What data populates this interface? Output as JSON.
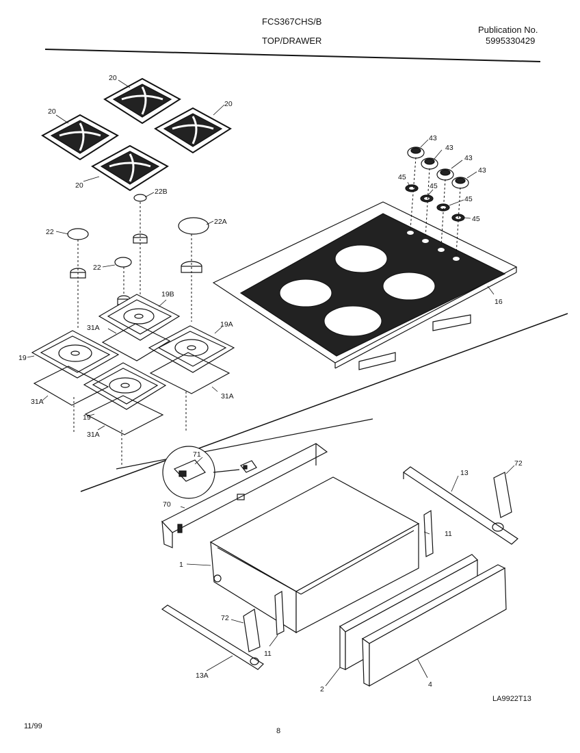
{
  "header": {
    "model": "FCS367CHS/B",
    "section": "TOP/DRAWER",
    "publication_label": "Publication No.",
    "publication_number": "5995330429"
  },
  "footer": {
    "date": "11/99",
    "page": "8",
    "diagram_code": "LA9922T13"
  },
  "labels": {
    "grate_a": "20",
    "grate_b": "20",
    "grate_c": "20",
    "grate_d": "20",
    "cap_22b": "22B",
    "cap_22a": "22A",
    "cap_22_left": "22",
    "cap_22_mid": "22",
    "pan_19b": "19B",
    "pan_19a": "19A",
    "pan_19_left": "19",
    "pan_19_bottom": "19",
    "gasket_31a_1": "31A",
    "gasket_31a_2": "31A",
    "gasket_31a_3": "31A",
    "gasket_31a_4": "31A",
    "knob_1": "43",
    "knob_2": "43",
    "knob_3": "43",
    "knob_4": "43",
    "bezel_1": "45",
    "bezel_2": "45",
    "bezel_3": "45",
    "bezel_4": "45",
    "cooktop": "16",
    "bracket_71": "71",
    "rail_70": "70",
    "drawer_1": "1",
    "rail_13": "13",
    "rail_13a": "13A",
    "glide_72_right": "72",
    "glide_72_left": "72",
    "glide_11_right": "11",
    "glide_11_left": "11",
    "panel_2": "2",
    "panel_4": "4"
  }
}
